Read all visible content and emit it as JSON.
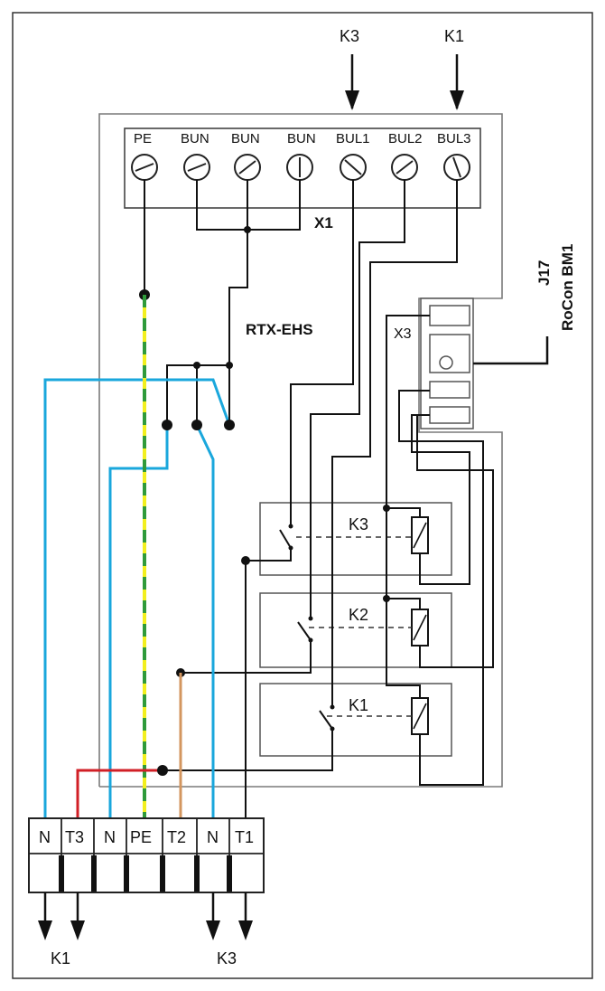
{
  "colors": {
    "wire": "#111111",
    "blue": "#1aa7dc",
    "red": "#d11f26",
    "brown": "#d3965f",
    "earth_yellow": "#f2ef1e",
    "earth_green": "#2f9a3a",
    "frame": "#7a7a7a"
  },
  "top_arrows": {
    "k3": "K3",
    "k1": "K1"
  },
  "terminal_block_x1": {
    "name": "X1",
    "terminals": [
      "PE",
      "BUN",
      "BUN",
      "BUN",
      "BUL1",
      "BUL2",
      "BUL3"
    ]
  },
  "board": {
    "name": "RTX-EHS"
  },
  "connector": {
    "name": "X3",
    "socket_ref": "J17",
    "device": "RoCon BM1"
  },
  "relays": [
    "K3",
    "K2",
    "K1"
  ],
  "bottom_terminals": [
    "N",
    "T3",
    "N",
    "PE",
    "T2",
    "N",
    "T1"
  ],
  "bottom_arrows": {
    "left": "K1",
    "right": "K3"
  }
}
